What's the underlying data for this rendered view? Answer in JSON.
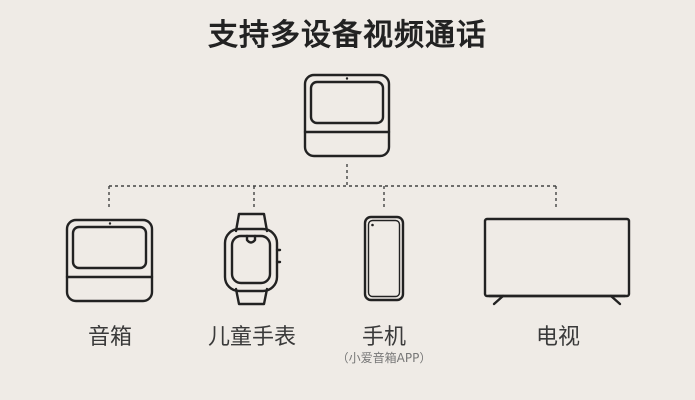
{
  "title": "支持多设备视频通话",
  "hub_device": {
    "icon": "smart-display-icon"
  },
  "devices": [
    {
      "label": "音箱",
      "icon": "smart-display-icon"
    },
    {
      "label": "儿童手表",
      "icon": "smartwatch-icon"
    },
    {
      "label": "手机",
      "sublabel": "（小爱音箱APP）",
      "icon": "smartphone-icon"
    },
    {
      "label": "电视",
      "icon": "tv-icon"
    }
  ],
  "colors": {
    "background": "#efebe6",
    "line": "#222222",
    "text": "#3a3a3a"
  }
}
